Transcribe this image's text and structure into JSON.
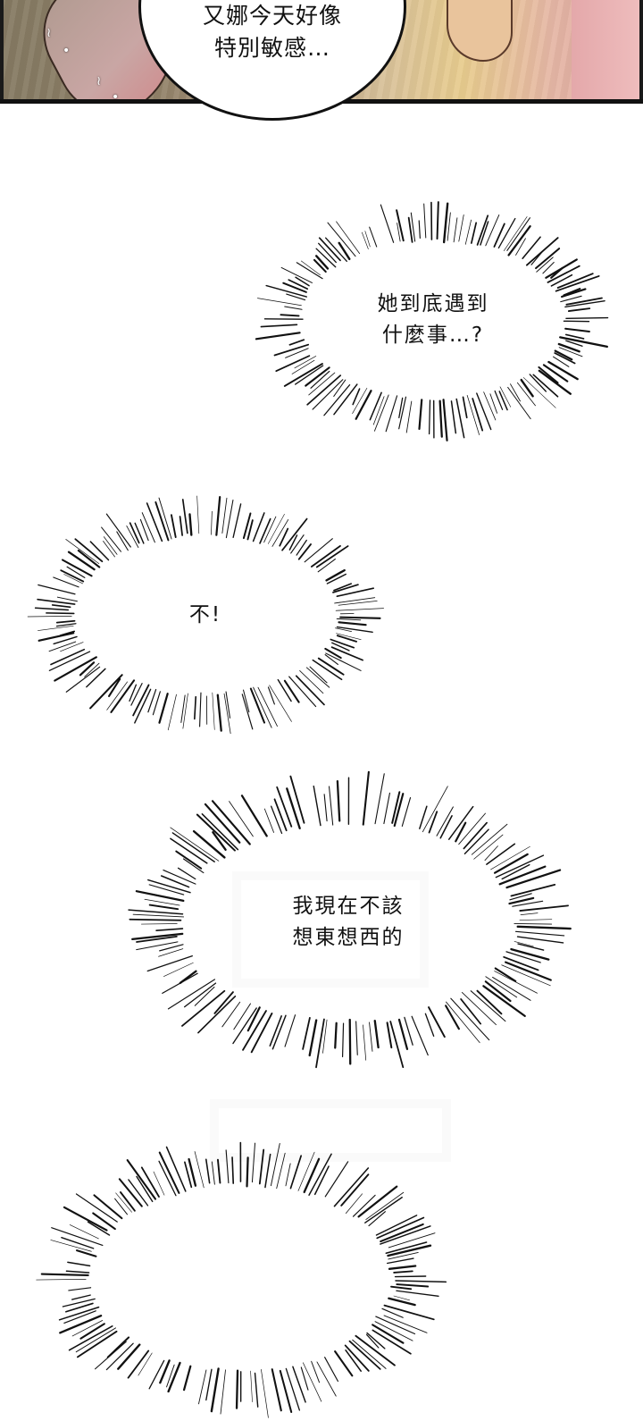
{
  "panel_top": {
    "speech_bubble": {
      "lines": [
        "又娜今天好像",
        "特別敏感…"
      ]
    }
  },
  "thought_bursts": [
    {
      "id": "burst-1",
      "lines": [
        "她到底遇到",
        "什麼事…?"
      ]
    },
    {
      "id": "burst-2",
      "lines": [
        "不!"
      ]
    },
    {
      "id": "burst-3",
      "lines": [
        "我現在不該",
        "想東想西的"
      ]
    },
    {
      "id": "burst-4",
      "lines": []
    }
  ],
  "colors": {
    "panel_border": "#111111",
    "page_background": "#ffffff",
    "text": "#111111"
  }
}
